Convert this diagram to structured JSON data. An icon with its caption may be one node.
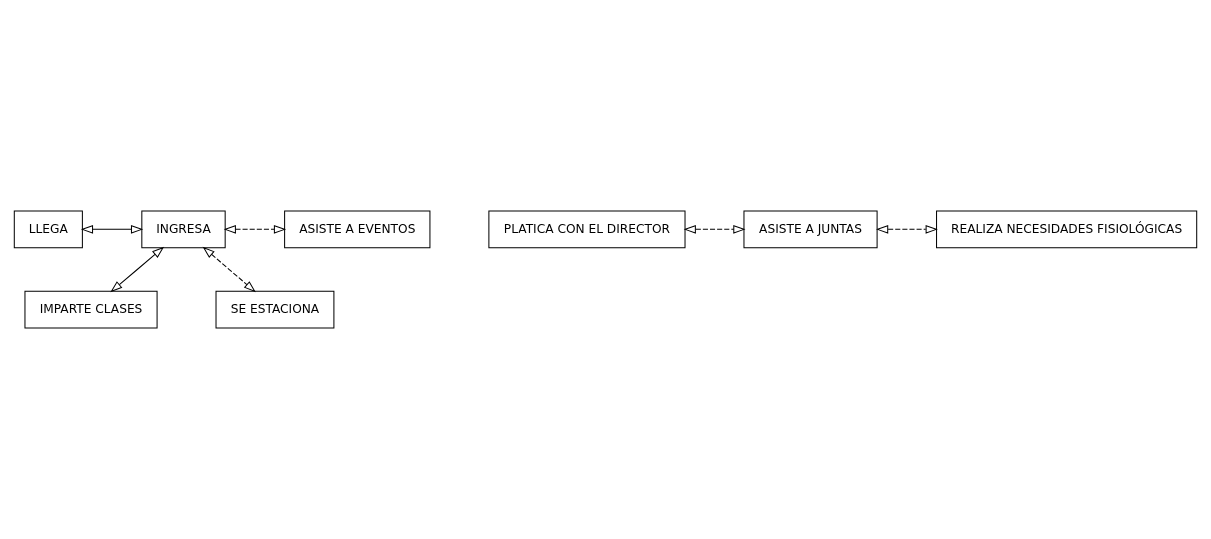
{
  "diagram": {
    "nodes": [
      {
        "text": [
          "IMPARTE CLASES"
        ]
      },
      {
        "text": [
          "PLATICA CON EL DIRECTOR"
        ]
      },
      {
        "text": [
          "ASISTE A JUNTAS"
        ]
      },
      {
        "text": [
          "REALIZA NECESIDADES FISIOLÓGICAS"
        ]
      },
      {
        "text": [
          "LLEGA"
        ]
      },
      {
        "text": [
          "INGRESA"
        ]
      },
      {
        "text": [
          "ASISTE A EVENTOS"
        ]
      },
      {
        "text": [
          "SE ESTACIONA"
        ]
      }
    ],
    "edges": [
      {
        "from": 1,
        "to": 2,
        "arrow": "both",
        "style": "dashed"
      },
      {
        "from": 5,
        "to": 0,
        "arrow": "both"
      },
      {
        "from": 2,
        "to": 3,
        "arrow": "both",
        "style": "dashed"
      },
      {
        "from": 4,
        "to": 5,
        "arrow": "both"
      },
      {
        "from": 5,
        "to": 6,
        "arrow": "both",
        "style": "dashed"
      },
      {
        "from": 5,
        "to": 7,
        "arrow": "both",
        "style": "dashed"
      }
    ]
  }
}
